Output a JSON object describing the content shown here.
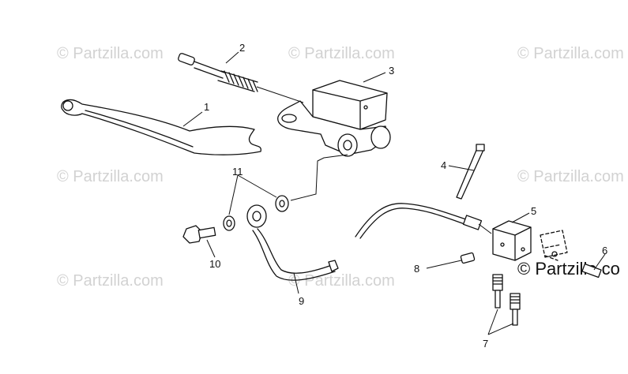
{
  "watermarks": [
    {
      "text": "© Partzilla.com",
      "style": "faint"
    },
    {
      "text": "© Partzilla.com",
      "style": "faint"
    },
    {
      "text": "© Partzilla.com",
      "style": "faint"
    },
    {
      "text": "© Partzilla.com",
      "style": "faint"
    },
    {
      "text": "© Partzilla.com",
      "style": "faint"
    },
    {
      "text": "© Partzilla.com",
      "style": "faint"
    },
    {
      "text": "© Partzilla.com",
      "style": "faint"
    },
    {
      "text": "© Partzilla.co",
      "style": "dark"
    }
  ],
  "callouts": {
    "c1": "1",
    "c2": "2",
    "c3": "3",
    "c4": "4",
    "c5": "5",
    "c6": "6",
    "c7": "7",
    "c8": "8",
    "c9": "9",
    "c10": "10",
    "c11": "11"
  },
  "colors": {
    "line": "#111111",
    "watermark": "#d2d2d2",
    "background": "#ffffff"
  }
}
